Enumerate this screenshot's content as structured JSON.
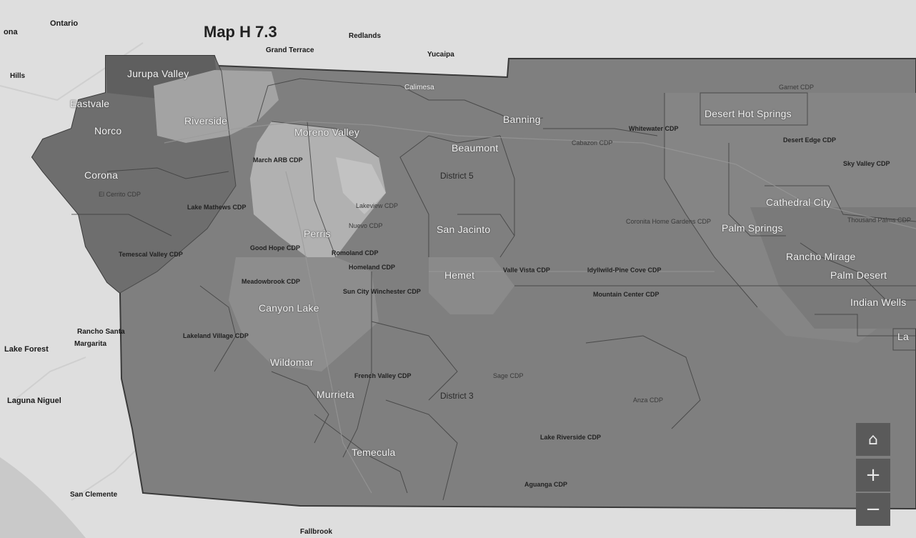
{
  "title": "Map H 7.3",
  "outside_places": [
    "Ontario",
    "Redlands",
    "Grand Terrace",
    "Yucaipa",
    "Hills",
    "Lake Forest",
    "Rancho Santa",
    "Margarita",
    "Laguna Niguel",
    "San Clemente",
    "Fallbrook",
    "ona"
  ],
  "cities": [
    "Jurupa Valley",
    "Eastvale",
    "Norco",
    "Corona",
    "Riverside",
    "Moreno Valley",
    "Perris",
    "Canyon Lake",
    "Wildomar",
    "Murrieta",
    "Temecula",
    "Calimesa",
    "Banning",
    "Beaumont",
    "San Jacinto",
    "Hemet",
    "Desert Hot Springs",
    "Cathedral City",
    "Palm Springs",
    "Rancho Mirage",
    "Palm Desert",
    "Indian Wells",
    "La"
  ],
  "cdps": [
    "El Cerrito CDP",
    "Temescal Valley CDP",
    "Lake Mathews CDP",
    "March ARB CDP",
    "Lakeview CDP",
    "Nuevo CDP",
    "Good Hope CDP",
    "Romoland CDP",
    "Homeland CDP",
    "Meadowbrook CDP",
    "Sun City Winchester CDP",
    "Lakeland Village CDP",
    "French Valley CDP",
    "Sage CDP",
    "Aguanga CDP",
    "Lake Riverside CDP",
    "Anza CDP",
    "Idyllwild-Pine Cove CDP",
    "Mountain Center CDP",
    "Valle Vista CDP",
    "Whitewater CDP",
    "Cabazon CDP",
    "Garnet CDP",
    "Sky Valley CDP",
    "Desert Edge CDP",
    "Thousand Palms CDP",
    "Coronita Home Gardens CDP"
  ],
  "districts": [
    "District 5",
    "District 3"
  ],
  "controls": {
    "home": "⌂",
    "zoom_in": "+",
    "zoom_out": "−"
  }
}
